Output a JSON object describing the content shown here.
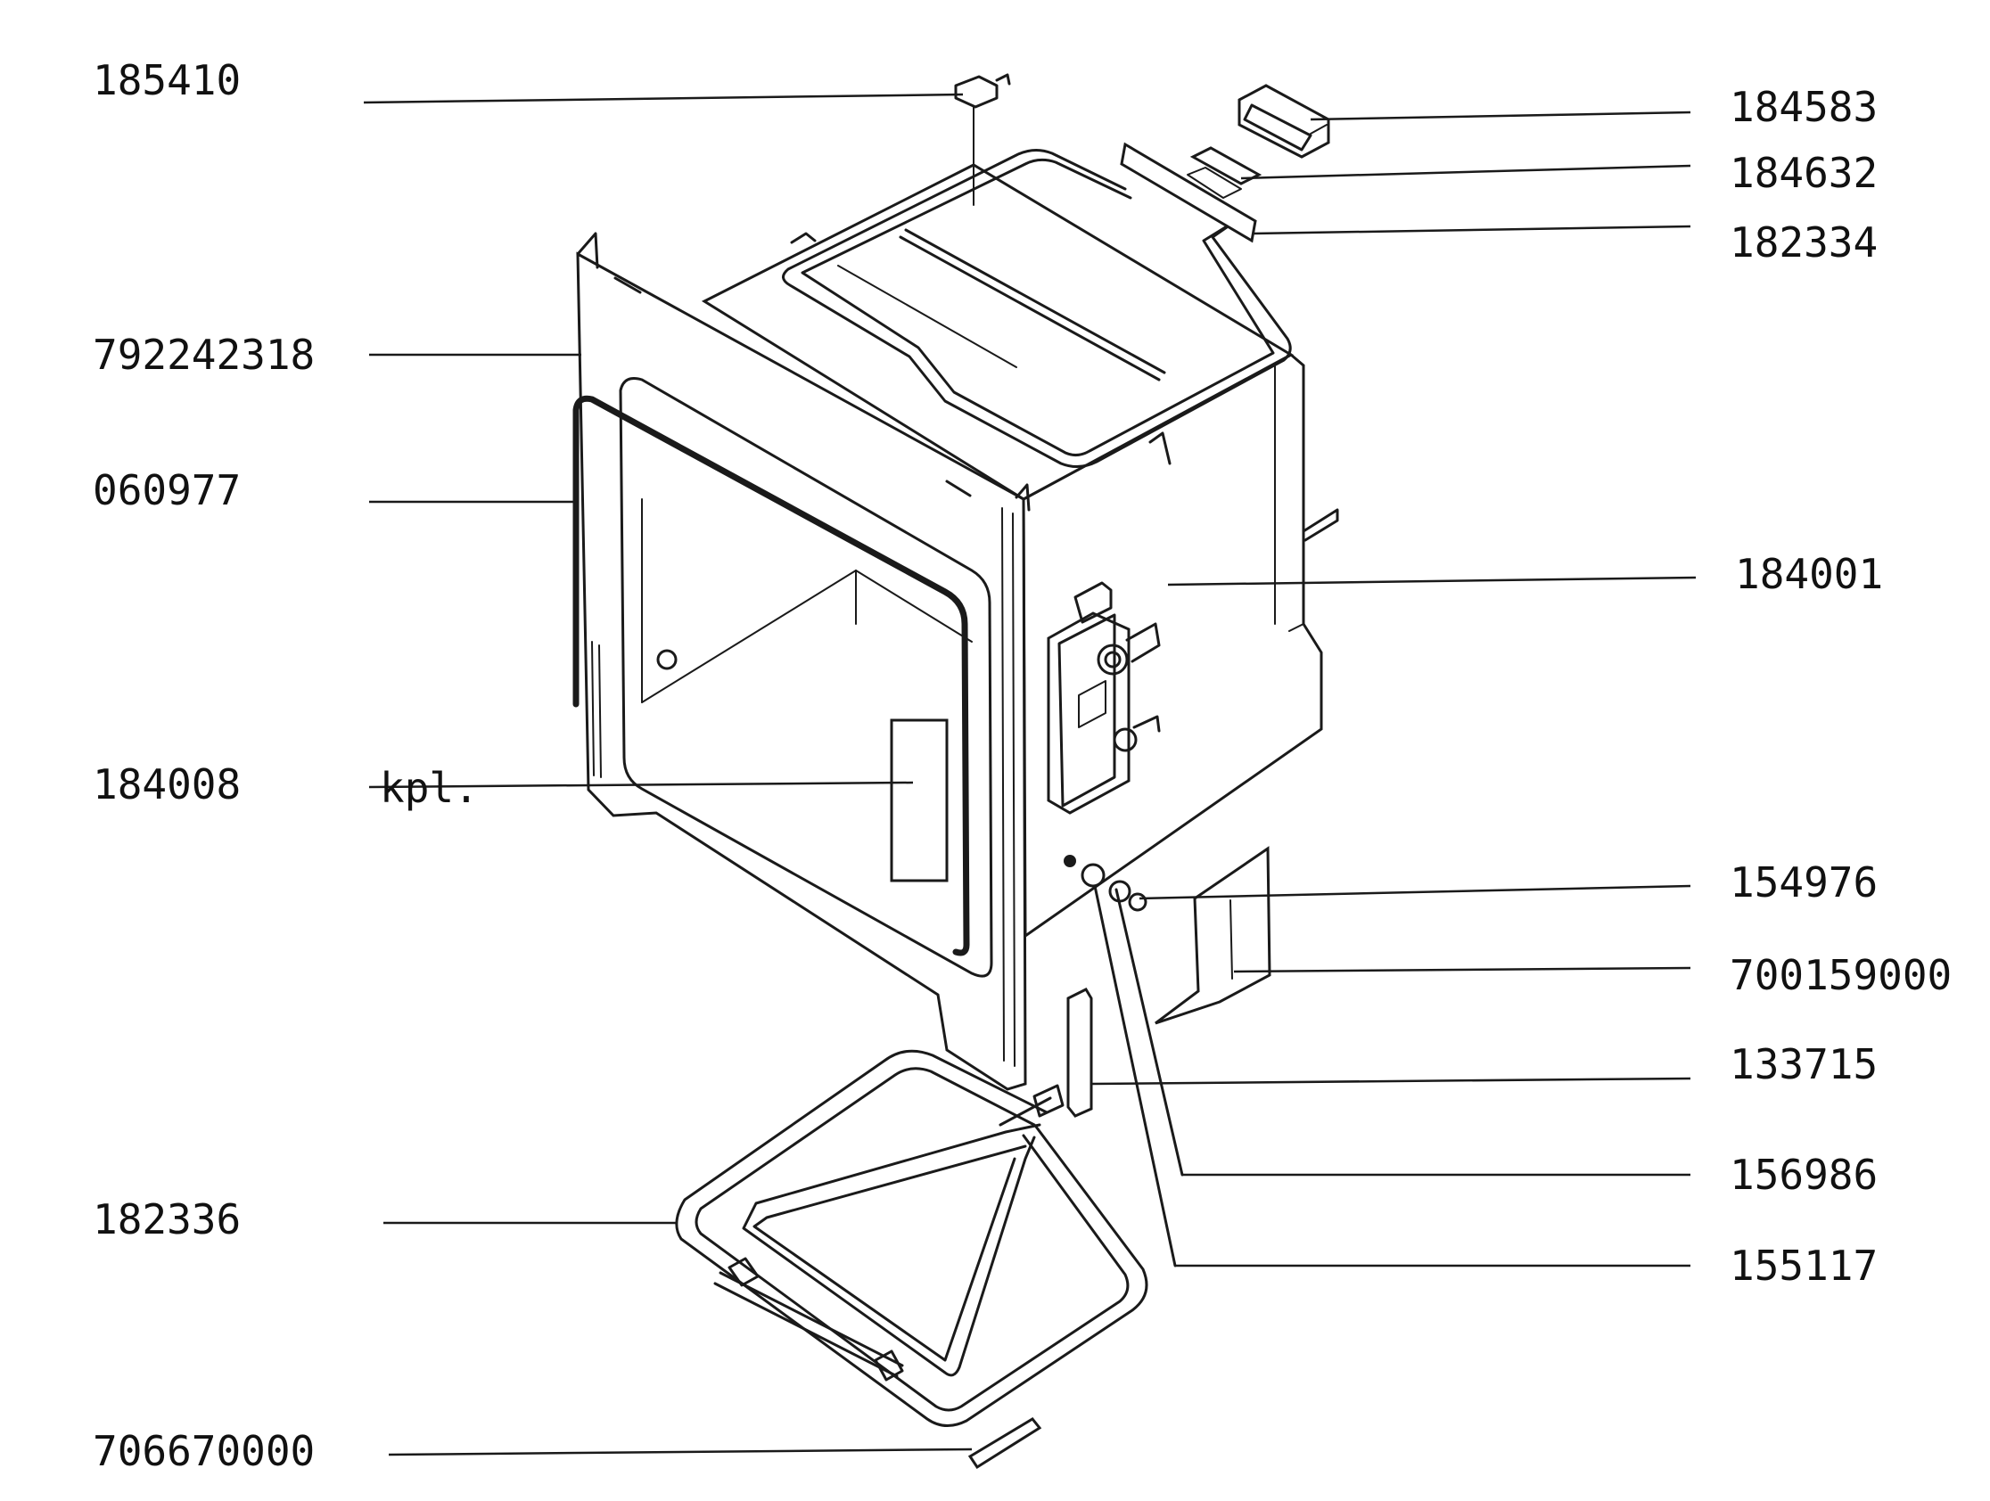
{
  "diagram": {
    "labels": [
      {
        "id": "p185410",
        "text": "185410"
      },
      {
        "id": "p792242318",
        "text": "792242318"
      },
      {
        "id": "p060977",
        "text": "060977"
      },
      {
        "id": "p184008",
        "text": "184008"
      },
      {
        "id": "p184008_suffix",
        "text": "kpl."
      },
      {
        "id": "p182336",
        "text": "182336"
      },
      {
        "id": "p706670000",
        "text": "706670000"
      },
      {
        "id": "p184583",
        "text": "184583"
      },
      {
        "id": "p184632",
        "text": "184632"
      },
      {
        "id": "p182334",
        "text": "182334"
      },
      {
        "id": "p184001",
        "text": "184001"
      },
      {
        "id": "p154976",
        "text": "154976"
      },
      {
        "id": "p700159000",
        "text": "700159000"
      },
      {
        "id": "p133715",
        "text": "133715"
      },
      {
        "id": "p156986",
        "text": "156986"
      },
      {
        "id": "p155117",
        "text": "155117"
      }
    ]
  }
}
